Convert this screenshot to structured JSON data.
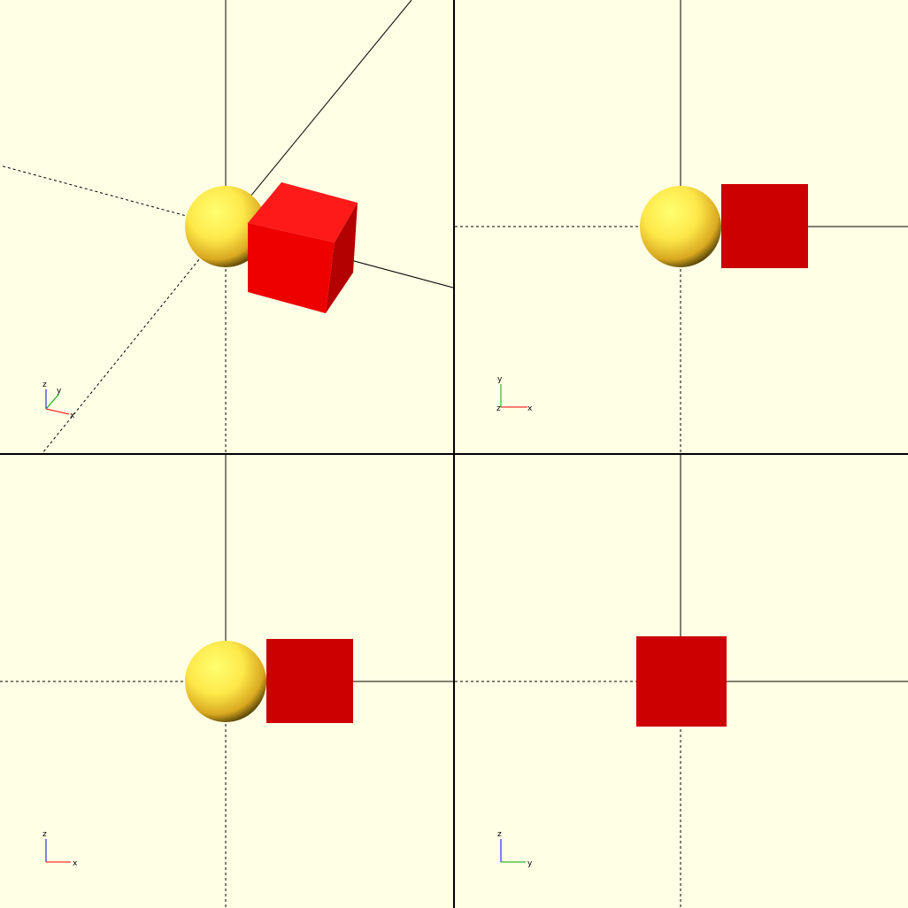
{
  "colors": {
    "background": "#ffffe5",
    "cube_front": "#cc0000",
    "cube_top": "#ff0000",
    "cube_side": "#990000",
    "sphere_light": "#ffff66",
    "sphere_mid": "#f7d23a",
    "sphere_dark": "#3a3000",
    "axis_x": "#ff0000",
    "axis_y": "#00aa00",
    "axis_z": "#0000ff"
  },
  "viewports": [
    {
      "view": "iso",
      "gizmo": {
        "labels": [
          "z",
          "y",
          "x"
        ]
      }
    },
    {
      "view": "top",
      "gizmo": {
        "labels": [
          "y",
          "z",
          "x"
        ]
      }
    },
    {
      "view": "front",
      "gizmo": {
        "labels": [
          "z",
          "x"
        ]
      }
    },
    {
      "view": "side",
      "gizmo": {
        "labels": [
          "z",
          "y"
        ]
      }
    }
  ],
  "objects": [
    {
      "name": "sphere",
      "icon": "sphere-shape"
    },
    {
      "name": "cube",
      "icon": "cube-shape"
    }
  ]
}
